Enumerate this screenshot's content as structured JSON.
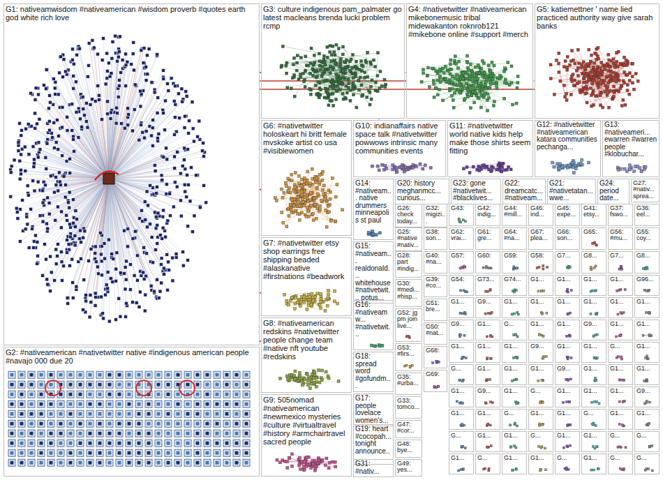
{
  "diagram": {
    "nodes": [
      {
        "text": [
          "G1: nativeamwisdom #nativeamerican #wisdom proverb #quotes earth god white rich love"
        ]
      },
      {
        "text": [
          "G3: culture indigenous pam_palmater go latest macleans brenda lucki problem rcmp"
        ]
      },
      {
        "text": [
          "G4: #nativetwitter #nativeamerican mikebonemusic tribal midewakanton roknrob121 #mikebone online #support #merch"
        ]
      },
      {
        "text": [
          "G5: katiemettner ' name lied practiced authority way give sarah banks"
        ]
      },
      {
        "text": [
          "G6: #nativetwitter holoskeart hi britt female mvskoke artist co usa #visiblewomen"
        ]
      },
      {
        "text": [
          "G10: indianaffairs native space talk #nativetwitter powwows intrinsic many communities events"
        ]
      },
      {
        "text": [
          "G11: #nativetwitter world native kids help make those shirts seem fitting"
        ]
      },
      {
        "text": [
          "G12: #nativetwitter #nativeamerican katara communities pechanga..."
        ]
      },
      {
        "text": [
          "G13: #nativeameri... ewarren #warren people #klobuchar..."
        ]
      },
      {
        "text": [
          "G14: #nativeam... native drummers minneapolis st paul"
        ]
      },
      {
        "text": [
          "G20: history meghanmcc... curious..."
        ]
      },
      {
        "text": [
          "G23: gone #nativetwit... #blacklives..."
        ]
      },
      {
        "text": [
          "G22: dreamcatc... #nativeam..."
        ]
      },
      {
        "text": [
          "G21: #nativetatan... wwe..."
        ]
      },
      {
        "text": [
          "G24: period date..."
        ]
      },
      {
        "text": [
          "G27: #nativ... sprea..."
        ]
      },
      {
        "text": [
          "G26: check today..."
        ]
      },
      {
        "text": [
          "G32: migizi..."
        ]
      },
      {
        "text": [
          "G43:"
        ]
      },
      {
        "text": [
          "G42: indig..."
        ]
      },
      {
        "text": [
          "G44: #mill..."
        ]
      },
      {
        "text": [
          "G46: ind..."
        ]
      },
      {
        "text": [
          "G45: expe..."
        ]
      },
      {
        "text": [
          "G41: etsy..."
        ]
      },
      {
        "text": [
          "G37: fswo..."
        ]
      },
      {
        "text": [
          "G36: eel..."
        ]
      },
      {
        "text": [
          "G15: #nativeam... realdonald... whitehouse #nativetwit... potus..."
        ]
      },
      {
        "text": [
          "G25: #native #nativ..."
        ]
      },
      {
        "text": [
          "G38: son..."
        ]
      },
      {
        "text": [
          "G62: vrai..."
        ]
      },
      {
        "text": [
          "G61: gre..."
        ]
      },
      {
        "text": [
          "G64: #na..."
        ]
      },
      {
        "text": [
          "G67: plea..."
        ]
      },
      {
        "text": [
          "G66: son..."
        ]
      },
      {
        "text": [
          "G65:"
        ]
      },
      {
        "text": [
          "G56: #mu..."
        ]
      },
      {
        "text": [
          "G55: coy..."
        ]
      },
      {
        "text": [
          "G7: #nativetwitter etsy shop earrings free shipping beaded #alaskanative #firstnations #beadwork"
        ]
      },
      {
        "text": [
          "G28: part #indig..."
        ]
      },
      {
        "text": [
          "G40: #na..."
        ]
      },
      {
        "text": [
          "G57:"
        ]
      },
      {
        "text": [
          "G60:"
        ]
      },
      {
        "text": [
          "G59:"
        ]
      },
      {
        "text": [
          "G58:"
        ]
      },
      {
        "text": [
          "G7..."
        ]
      },
      {
        "text": [
          "G8..."
        ]
      },
      {
        "text": [
          "G7..."
        ]
      },
      {
        "text": [
          "G8..."
        ]
      },
      {
        "text": [
          "G8: #nativeamerican redskins #nativetwitter people change team #native nft youtube #redskins"
        ]
      },
      {
        "text": [
          "G16: #nativeamw... #nativetwit..."
        ]
      },
      {
        "text": [
          "G30: #medi... #hisp..."
        ]
      },
      {
        "text": [
          "G39: #co..."
        ]
      },
      {
        "text": [
          "G51: bre..."
        ]
      },
      {
        "text": [
          "G18: spread word #gofundm..."
        ]
      },
      {
        "text": [
          "G52: jg pm join live..."
        ]
      },
      {
        "text": [
          "G50: #nat..."
        ]
      },
      {
        "text": [
          "G53: #firs..."
        ]
      },
      {
        "text": [
          "G68:"
        ]
      },
      {
        "text": [
          "G17: people lovelace women's..."
        ]
      },
      {
        "text": [
          "G35: #urba..."
        ]
      },
      {
        "text": [
          "G69:"
        ]
      },
      {
        "text": [
          "G33: tomco..."
        ]
      },
      {
        "text": [
          "G9: 505nomad #nativeamerican #newmexico mysteries #culture #virtualtravel #history #armchairtravel sacred people"
        ]
      },
      {
        "text": [
          "G19: heart #cocopah... tonight announce..."
        ]
      },
      {
        "text": [
          "G47: #cor..."
        ]
      },
      {
        "text": [
          "G48: bye..."
        ]
      },
      {
        "text": [
          "G31: #nativ..."
        ]
      },
      {
        "text": [
          "G49: yes..."
        ]
      },
      {
        "text": [
          "G2: #nativeamerican #nativetwitter native #indigenous american people #navajo 000 due 20"
        ]
      },
      {
        "text": [
          "G54:"
        ]
      },
      {
        "text": [
          "G73..."
        ]
      },
      {
        "text": [
          "G74..."
        ]
      },
      {
        "text": [
          "G1..."
        ]
      },
      {
        "text": [
          "G1..."
        ]
      },
      {
        "text": [
          "G1..."
        ]
      },
      {
        "text": [
          "G1..."
        ]
      },
      {
        "text": [
          "G96..."
        ]
      },
      {
        "text": [
          "G1..."
        ]
      },
      {
        "text": [
          "G9..."
        ]
      },
      {
        "text": [
          "G1..."
        ]
      },
      {
        "text": [
          "G1..."
        ]
      },
      {
        "text": [
          "G1..."
        ]
      },
      {
        "text": [
          "G1..."
        ]
      },
      {
        "text": [
          "G1..."
        ]
      },
      {
        "text": [
          "G1..."
        ]
      },
      {
        "text": [
          "G9..."
        ]
      },
      {
        "text": [
          "G1..."
        ]
      },
      {
        "text": [
          "G..."
        ]
      },
      {
        "text": [
          "G1..."
        ]
      },
      {
        "text": [
          "G1..."
        ]
      },
      {
        "text": [
          "G9..."
        ]
      },
      {
        "text": [
          "G1..."
        ]
      },
      {
        "text": [
          "G1..."
        ]
      },
      {
        "text": [
          "G1..."
        ]
      },
      {
        "text": [
          "G1..."
        ]
      },
      {
        "text": [
          "G1..."
        ]
      },
      {
        "text": [
          "G9..."
        ]
      },
      {
        "text": [
          "G1..."
        ]
      },
      {
        "text": [
          "G1..."
        ]
      },
      {
        "text": [
          "G..."
        ]
      },
      {
        "text": [
          "G1..."
        ]
      },
      {
        "text": [
          "G..."
        ]
      },
      {
        "text": [
          "G1..."
        ]
      },
      {
        "text": [
          "G1..."
        ]
      },
      {
        "text": [
          "G1..."
        ]
      },
      {
        "text": [
          "G9..."
        ]
      },
      {
        "text": [
          "G1..."
        ]
      },
      {
        "text": [
          "G1..."
        ]
      },
      {
        "text": [
          "G1..."
        ]
      },
      {
        "text": [
          "G1..."
        ]
      },
      {
        "text": [
          "G9..."
        ]
      },
      {
        "text": [
          "G1..."
        ]
      },
      {
        "text": [
          "G..."
        ]
      },
      {
        "text": [
          "G1..."
        ]
      },
      {
        "text": [
          "G1..."
        ]
      },
      {
        "text": [
          "G1..."
        ]
      },
      {
        "text": [
          "G9..."
        ]
      },
      {
        "text": [
          "G1..."
        ]
      },
      {
        "text": [
          "G1..."
        ]
      },
      {
        "text": [
          "G..."
        ]
      },
      {
        "text": [
          "G1..."
        ]
      },
      {
        "text": [
          "G1..."
        ]
      },
      {
        "text": [
          "G..."
        ]
      },
      {
        "text": [
          "G1..."
        ]
      },
      {
        "text": [
          "G1..."
        ]
      },
      {
        "text": [
          "G..."
        ]
      },
      {
        "text": [
          "G1..."
        ]
      },
      {
        "text": [
          "G1..."
        ]
      },
      {
        "text": [
          "G..."
        ]
      },
      {
        "text": [
          "G1..."
        ]
      },
      {
        "text": [
          "G1..."
        ]
      },
      {
        "text": [
          "G..."
        ]
      },
      {
        "text": [
          "G..."
        ]
      },
      {
        "text": [
          "G1..."
        ]
      },
      {
        "text": [
          "G..."
        ]
      },
      {
        "text": [
          "G1..."
        ]
      },
      {
        "text": [
          "G1..."
        ]
      },
      {
        "text": [
          "G..."
        ]
      },
      {
        "text": [
          "G1..."
        ]
      },
      {
        "text": [
          "G..."
        ]
      },
      {
        "text": [
          "G..."
        ]
      }
    ],
    "edges": [
      {
        "from": 0,
        "to": 1,
        "arrow": "none"
      },
      {
        "from": 0,
        "to": 2,
        "arrow": "none"
      },
      {
        "from": 0,
        "to": 3,
        "arrow": "none"
      },
      {
        "from": 0,
        "to": 4,
        "arrow": "none"
      },
      {
        "from": 0,
        "to": 37,
        "arrow": "none"
      },
      {
        "from": 0,
        "to": 48,
        "arrow": "none"
      },
      {
        "from": 1,
        "to": 2,
        "arrow": "none"
      },
      {
        "from": 2,
        "to": 3,
        "arrow": "none"
      },
      {
        "from": 1,
        "to": 5,
        "arrow": "none"
      },
      {
        "from": 2,
        "to": 6,
        "arrow": "none"
      }
    ]
  }
}
